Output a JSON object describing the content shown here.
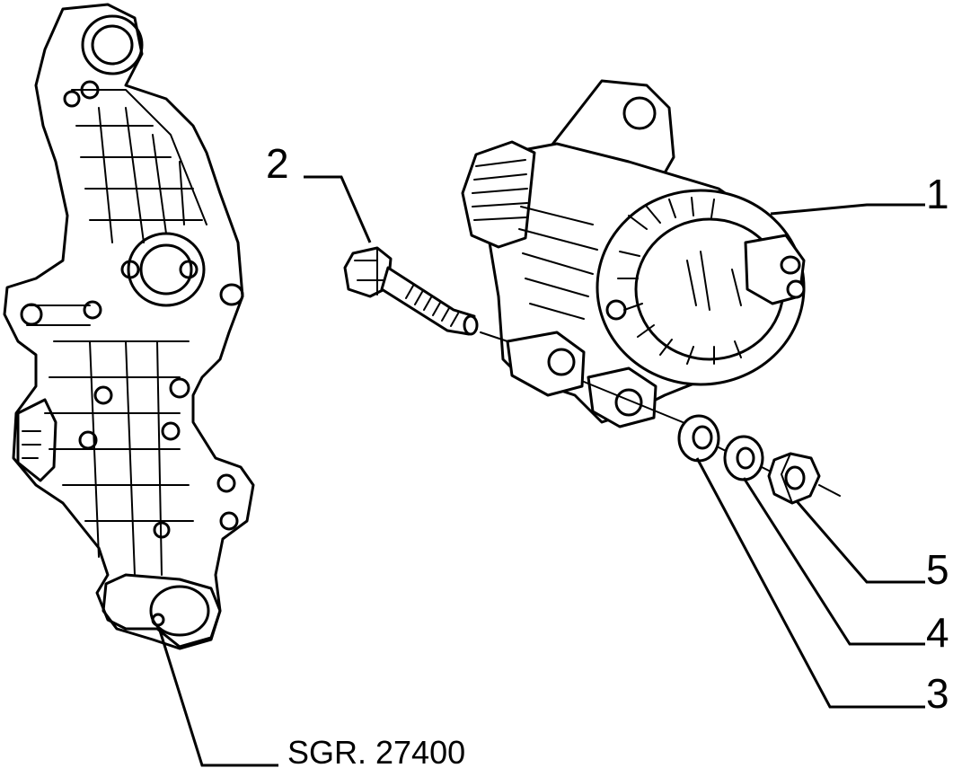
{
  "callouts": {
    "c1": "1",
    "c2": "2",
    "c3": "3",
    "c4": "4",
    "c5": "5"
  },
  "reference": "SGR. 27400"
}
